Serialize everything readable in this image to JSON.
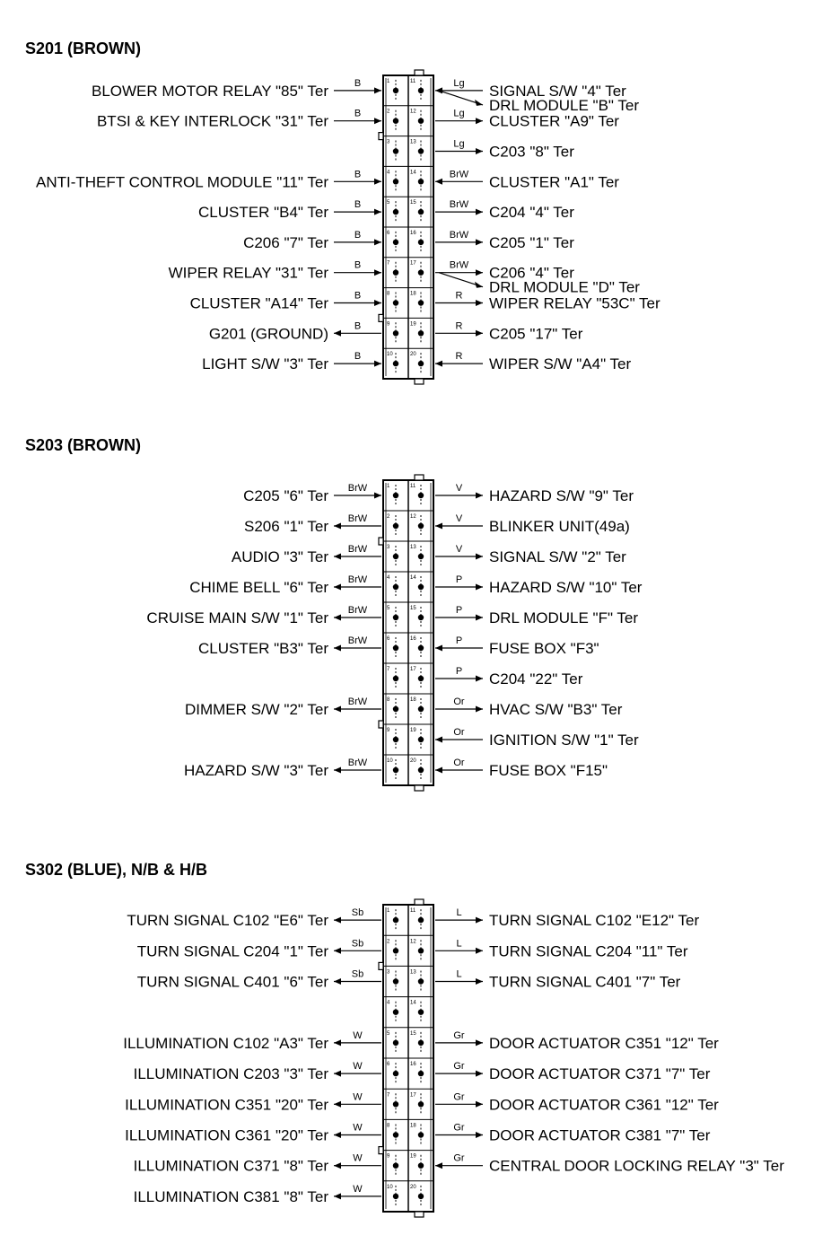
{
  "sections": [
    {
      "title": "S201 (BROWN)",
      "rows": [
        {
          "left": "BLOWER MOTOR RELAY \"85\" Ter",
          "lwire": "B",
          "ldir": "in",
          "right": "SIGNAL S/W \"4\" Ter",
          "rwire": "Lg",
          "rdir": "in",
          "right2": "DRL MODULE \"B\" Ter",
          "lpin": "1",
          "rpin": "11"
        },
        {
          "left": "BTSI & KEY INTERLOCK \"31\" Ter",
          "lwire": "B",
          "ldir": "in",
          "right": "CLUSTER \"A9\" Ter",
          "rwire": "Lg",
          "rdir": "out",
          "lpin": "2",
          "rpin": "12"
        },
        {
          "left": "",
          "lwire": "",
          "ldir": "",
          "right": "C203 \"8\" Ter",
          "rwire": "Lg",
          "rdir": "out",
          "lpin": "3",
          "rpin": "13"
        },
        {
          "left": "ANTI-THEFT CONTROL MODULE \"11\" Ter",
          "lwire": "B",
          "ldir": "in",
          "right": "CLUSTER \"A1\" Ter",
          "rwire": "BrW",
          "rdir": "in",
          "lpin": "4",
          "rpin": "14"
        },
        {
          "left": "CLUSTER \"B4\" Ter",
          "lwire": "B",
          "ldir": "in",
          "right": "C204 \"4\" Ter",
          "rwire": "BrW",
          "rdir": "out",
          "lpin": "5",
          "rpin": "15"
        },
        {
          "left": "C206 \"7\" Ter",
          "lwire": "B",
          "ldir": "in",
          "right": "C205 \"1\" Ter",
          "rwire": "BrW",
          "rdir": "out",
          "lpin": "6",
          "rpin": "16"
        },
        {
          "left": "WIPER RELAY \"31\" Ter",
          "lwire": "B",
          "ldir": "in",
          "right": "C206 \"4\" Ter",
          "rwire": "BrW",
          "rdir": "out",
          "right2": "DRL MODULE \"D\" Ter",
          "lpin": "7",
          "rpin": "17"
        },
        {
          "left": "CLUSTER \"A14\" Ter",
          "lwire": "B",
          "ldir": "in",
          "right": "WIPER RELAY \"53C\" Ter",
          "rwire": "R",
          "rdir": "out",
          "lpin": "8",
          "rpin": "18"
        },
        {
          "left": "G201 (GROUND)",
          "lwire": "B",
          "ldir": "out",
          "right": "C205 \"17\" Ter",
          "rwire": "R",
          "rdir": "out",
          "lpin": "9",
          "rpin": "19"
        },
        {
          "left": "LIGHT S/W \"3\" Ter",
          "lwire": "B",
          "ldir": "in",
          "right": "WIPER S/W \"A4\" Ter",
          "rwire": "R",
          "rdir": "in",
          "lpin": "10",
          "rpin": "20"
        }
      ]
    },
    {
      "title": "S203 (BROWN)",
      "rows": [
        {
          "left": "C205 \"6\" Ter",
          "lwire": "BrW",
          "ldir": "in",
          "right": "HAZARD S/W \"9\" Ter",
          "rwire": "V",
          "rdir": "out",
          "lpin": "1",
          "rpin": "11"
        },
        {
          "left": "S206 \"1\" Ter",
          "lwire": "BrW",
          "ldir": "out",
          "right": "BLINKER UNIT(49a)",
          "rwire": "V",
          "rdir": "in",
          "lpin": "2",
          "rpin": "12"
        },
        {
          "left": "AUDIO \"3\" Ter",
          "lwire": "BrW",
          "ldir": "out",
          "right": "SIGNAL S/W \"2\" Ter",
          "rwire": "V",
          "rdir": "out",
          "lpin": "3",
          "rpin": "13"
        },
        {
          "left": "CHIME BELL \"6\" Ter",
          "lwire": "BrW",
          "ldir": "out",
          "right": "HAZARD S/W \"10\" Ter",
          "rwire": "P",
          "rdir": "out",
          "lpin": "4",
          "rpin": "14"
        },
        {
          "left": "CRUISE MAIN S/W \"1\" Ter",
          "lwire": "BrW",
          "ldir": "out",
          "right": "DRL MODULE \"F\" Ter",
          "rwire": "P",
          "rdir": "out",
          "lpin": "5",
          "rpin": "15"
        },
        {
          "left": "CLUSTER \"B3\" Ter",
          "lwire": "BrW",
          "ldir": "out",
          "right": "FUSE BOX \"F3\"",
          "rwire": "P",
          "rdir": "in",
          "lpin": "6",
          "rpin": "16"
        },
        {
          "left": "",
          "lwire": "",
          "ldir": "",
          "right": "C204 \"22\" Ter",
          "rwire": "P",
          "rdir": "out",
          "lpin": "7",
          "rpin": "17"
        },
        {
          "left": "DIMMER S/W \"2\" Ter",
          "lwire": "BrW",
          "ldir": "out",
          "right": "HVAC S/W \"B3\" Ter",
          "rwire": "Or",
          "rdir": "out",
          "lpin": "8",
          "rpin": "18"
        },
        {
          "left": "",
          "lwire": "",
          "ldir": "",
          "right": "IGNITION S/W \"1\" Ter",
          "rwire": "Or",
          "rdir": "in",
          "lpin": "9",
          "rpin": "19"
        },
        {
          "left": "HAZARD S/W \"3\" Ter",
          "lwire": "BrW",
          "ldir": "out",
          "right": "FUSE BOX \"F15\"",
          "rwire": "Or",
          "rdir": "in",
          "lpin": "10",
          "rpin": "20"
        }
      ]
    },
    {
      "title": "S302 (BLUE), N/B & H/B",
      "rows": [
        {
          "left": "TURN SIGNAL C102 \"E6\" Ter",
          "lwire": "Sb",
          "ldir": "out",
          "right": "TURN SIGNAL C102 \"E12\" Ter",
          "rwire": "L",
          "rdir": "out",
          "lpin": "1",
          "rpin": "11"
        },
        {
          "left": "TURN SIGNAL C204 \"1\" Ter",
          "lwire": "Sb",
          "ldir": "out",
          "right": "TURN SIGNAL C204 \"11\" Ter",
          "rwire": "L",
          "rdir": "out",
          "lpin": "2",
          "rpin": "12"
        },
        {
          "left": "TURN SIGNAL C401 \"6\" Ter",
          "lwire": "Sb",
          "ldir": "out",
          "right": "TURN SIGNAL C401 \"7\" Ter",
          "rwire": "L",
          "rdir": "out",
          "lpin": "3",
          "rpin": "13"
        },
        {
          "left": "",
          "lwire": "",
          "ldir": "",
          "right": "",
          "rwire": "",
          "rdir": "",
          "lpin": "4",
          "rpin": "14"
        },
        {
          "left": "ILLUMINATION C102 \"A3\" Ter",
          "lwire": "W",
          "ldir": "out",
          "right": "DOOR ACTUATOR C351 \"12\" Ter",
          "rwire": "Gr",
          "rdir": "out",
          "lpin": "5",
          "rpin": "15"
        },
        {
          "left": "ILLUMINATION C203 \"3\" Ter",
          "lwire": "W",
          "ldir": "out",
          "right": "DOOR ACTUATOR C371 \"7\" Ter",
          "rwire": "Gr",
          "rdir": "out",
          "lpin": "6",
          "rpin": "16"
        },
        {
          "left": "ILLUMINATION C351 \"20\" Ter",
          "lwire": "W",
          "ldir": "out",
          "right": "DOOR ACTUATOR C361 \"12\" Ter",
          "rwire": "Gr",
          "rdir": "out",
          "lpin": "7",
          "rpin": "17"
        },
        {
          "left": "ILLUMINATION C361 \"20\" Ter",
          "lwire": "W",
          "ldir": "out",
          "right": "DOOR ACTUATOR C381 \"7\" Ter",
          "rwire": "Gr",
          "rdir": "out",
          "lpin": "8",
          "rpin": "18"
        },
        {
          "left": "ILLUMINATION C371 \"8\" Ter",
          "lwire": "W",
          "ldir": "out",
          "right": "CENTRAL DOOR LOCKING RELAY \"3\" Ter",
          "rwire": "Gr",
          "rdir": "in",
          "lpin": "9",
          "rpin": "19"
        },
        {
          "left": "ILLUMINATION C381 \"8\" Ter",
          "lwire": "W",
          "ldir": "out",
          "right": "",
          "rwire": "",
          "rdir": "",
          "lpin": "10",
          "rpin": "20"
        }
      ]
    }
  ]
}
